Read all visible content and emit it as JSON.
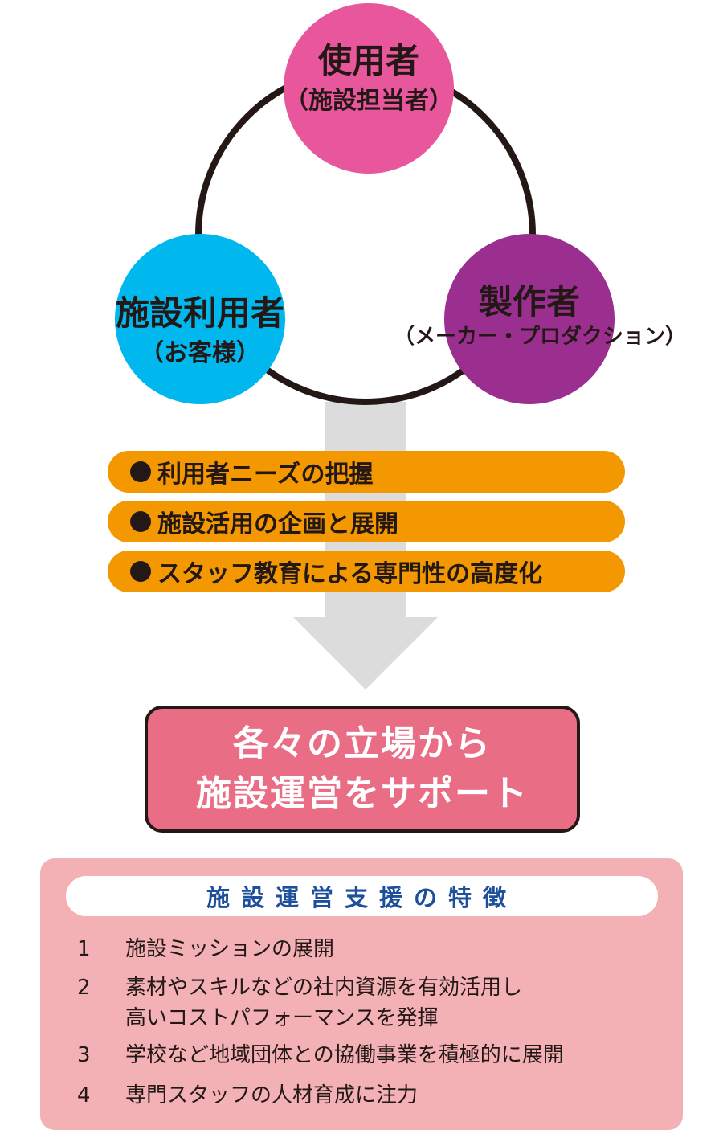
{
  "diagram": {
    "nodes": {
      "user": {
        "title": "使用者",
        "sub": "（施設担当者）",
        "color": "#e8579b"
      },
      "visitor": {
        "title": "施設利用者",
        "sub": "（お客様）",
        "color": "#00b8ee"
      },
      "maker": {
        "title": "製作者",
        "sub": "（メーカー・プロダクション）",
        "color": "#9b2f8f"
      }
    },
    "ring_color": "#231815",
    "arrow_color": "#dcdcdc"
  },
  "roles": [
    "利用者ニーズの把握",
    "施設活用の企画と展開",
    "スタッフ教育による専門性の高度化"
  ],
  "roles_color": "#f39800",
  "result": {
    "line1": "各々の立場から",
    "line2": "施設運営をサポート",
    "color": "#ea6d86"
  },
  "features": {
    "heading": "施設運営支援の特徴",
    "items": [
      {
        "num": "1",
        "lines": [
          "施設ミッションの展開"
        ]
      },
      {
        "num": "2",
        "lines": [
          "素材やスキルなどの社内資源を有効活用し",
          "高いコストパフォーマンスを発揮"
        ]
      },
      {
        "num": "3",
        "lines": [
          "学校など地域団体との協働事業を積極的に展開"
        ]
      },
      {
        "num": "4",
        "lines": [
          "専門スタッフの人材育成に注力"
        ]
      }
    ],
    "panel_color": "#f3b1b6",
    "heading_color": "#1d4f9c"
  }
}
